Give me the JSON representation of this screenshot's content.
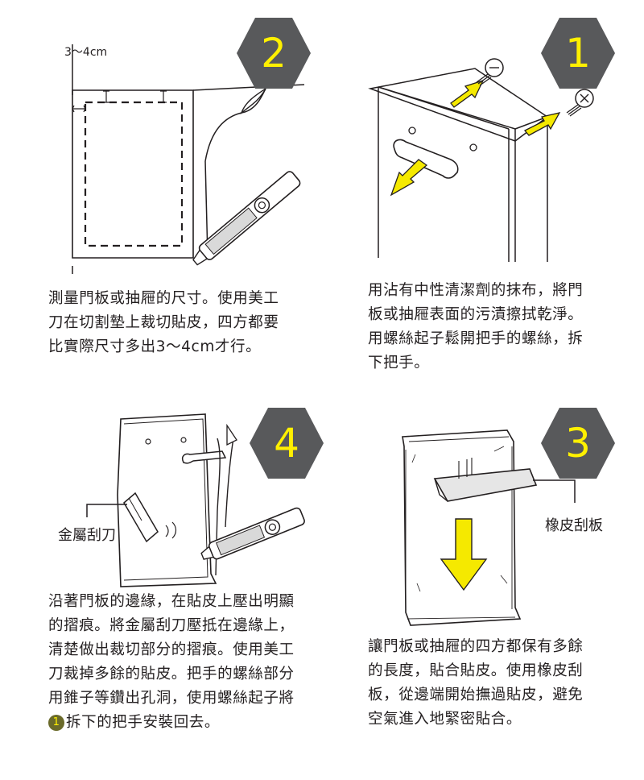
{
  "steps": [
    {
      "number": "1",
      "lines": [
        "用沾有中性清潔劑的抹布，將門",
        "板或抽屜表面的污漬擦拭乾淨。",
        "用螺絲起子鬆開把手的螺絲，拆",
        "下把手。"
      ]
    },
    {
      "number": "2",
      "dimension": "3～4cm",
      "lines": [
        "測量門板或抽屜的尺寸。使用美工",
        "刀在切割墊上裁切貼皮，四方都要",
        "比實際尺寸多出3～4cm才行。"
      ]
    },
    {
      "number": "3",
      "callout": "橡皮刮板",
      "lines": [
        "讓門板或抽屜的四方都保有多餘",
        "的長度，貼合貼皮。使用橡皮刮",
        "板，從邊端開始撫過貼皮，避免",
        "空氣進入地緊密貼合。"
      ]
    },
    {
      "number": "4",
      "callout": "金屬刮刀",
      "lines": [
        "沿著門板的邊緣，在貼皮上壓出明顯",
        "的摺痕。將金屬刮刀壓抵在邊緣上，",
        "清楚做出裁切部分的摺痕。使用美工",
        "刀裁掉多餘的貼皮。把手的螺絲部分",
        "用錐子等鑽出孔洞，使用螺絲起子將"
      ],
      "last_ref": "1",
      "last_line": "拆下的把手安裝回去。"
    }
  ],
  "colors": {
    "hex_fill": "#58595b",
    "hex_text": "#fff000",
    "arrow": "#f5e900",
    "line": "#231f20"
  }
}
